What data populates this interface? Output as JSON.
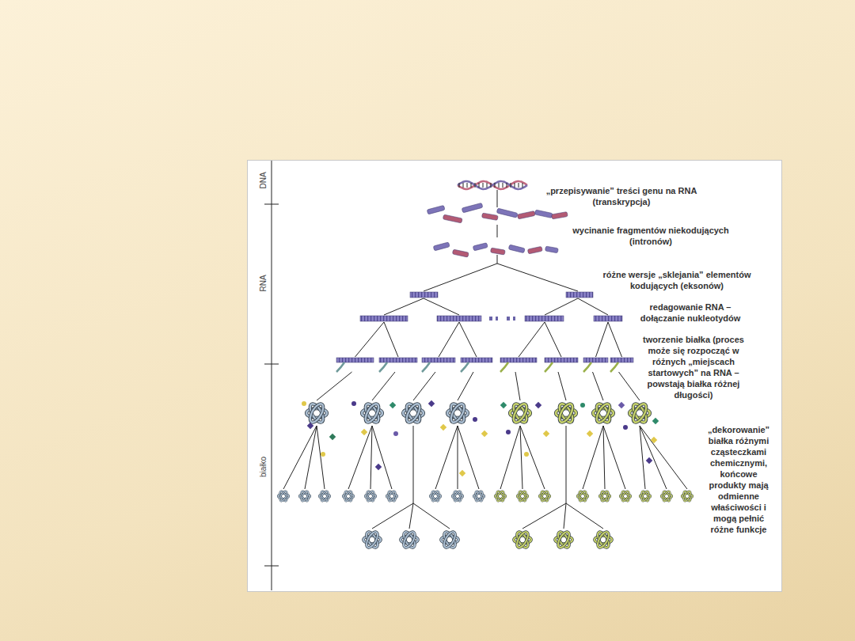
{
  "diagram": {
    "labels": [
      "DNA",
      "„przepisywanie” treści genu na RNA (transkrypcja)",
      "wycinanie fragmentów niekodujących (intronów)",
      "RNA",
      "różne wersje „sklejania” elementów kodujących (eksonów)",
      "redagowanie RNA – dołączanie nukleotydów",
      "tworzenie białka (proces może się rozpocząć w różnych „miejscach startowych” na RNA – powstają białka różnej długości)",
      "białko",
      "„dekorowanie” białka różnymi cząsteczkami chemicznymi, końcowe produkty mają odmienne właściwości i mogą pełnić różne funkcje"
    ]
  }
}
